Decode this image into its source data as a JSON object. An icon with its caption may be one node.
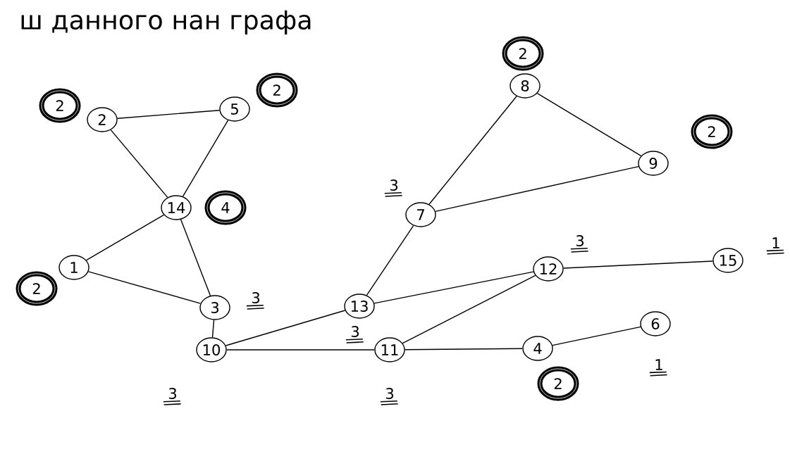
{
  "diagram": {
    "title": "ш данного нан графа",
    "nodes": [
      {
        "text": [
          "2"
        ]
      },
      {
        "text": [
          "5"
        ]
      },
      {
        "text": [
          "8"
        ]
      },
      {
        "text": [
          "9"
        ]
      },
      {
        "text": [
          "14"
        ]
      },
      {
        "text": [
          "7"
        ],
        "beside": [
          "3"
        ]
      },
      {
        "text": [
          "1"
        ]
      },
      {
        "text": [
          "12"
        ],
        "beside": [
          "3"
        ]
      },
      {
        "text": [
          "15"
        ],
        "beside": [
          "1"
        ]
      },
      {
        "text": [
          "3"
        ],
        "beside": [
          "3"
        ]
      },
      {
        "text": [
          "13"
        ],
        "beside": [
          "3"
        ]
      },
      {
        "text": [
          "10"
        ],
        "beside": [
          "3"
        ]
      },
      {
        "text": [
          "11"
        ],
        "beside": [
          "3"
        ]
      },
      {
        "text": [
          "4"
        ]
      },
      {
        "text": [
          "6"
        ],
        "beside": [
          "1"
        ]
      },
      {
        "text": [
          "2"
        ]
      },
      {
        "text": [
          "2"
        ]
      },
      {
        "text": [
          "2"
        ]
      },
      {
        "text": [
          "2"
        ]
      },
      {
        "text": [
          "4"
        ]
      },
      {
        "text": [
          "2"
        ]
      },
      {
        "text": [
          "2"
        ]
      }
    ],
    "edges": [
      {
        "from": 0,
        "to": 1,
        "arrow": "none"
      },
      {
        "from": 0,
        "to": 4,
        "arrow": "none"
      },
      {
        "from": 1,
        "to": 4,
        "arrow": "none"
      },
      {
        "from": 4,
        "to": 6,
        "arrow": "none"
      },
      {
        "from": 4,
        "to": 9,
        "arrow": "none"
      },
      {
        "from": 6,
        "to": 9,
        "arrow": "none"
      },
      {
        "from": 9,
        "to": 11,
        "arrow": "none"
      },
      {
        "from": 11,
        "to": 10,
        "arrow": "none"
      },
      {
        "from": 11,
        "to": 12,
        "arrow": "none"
      },
      {
        "from": 10,
        "to": 5,
        "arrow": "none"
      },
      {
        "from": 10,
        "to": 7,
        "arrow": "none"
      },
      {
        "from": 5,
        "to": 2,
        "arrow": "none"
      },
      {
        "from": 2,
        "to": 3,
        "arrow": "none"
      },
      {
        "from": 5,
        "to": 3,
        "arrow": "none"
      },
      {
        "from": 7,
        "to": 8,
        "arrow": "none"
      },
      {
        "from": 12,
        "to": 7,
        "arrow": "none"
      },
      {
        "from": 12,
        "to": 13,
        "arrow": "none"
      },
      {
        "from": 13,
        "to": 14,
        "arrow": "none"
      }
    ]
  }
}
